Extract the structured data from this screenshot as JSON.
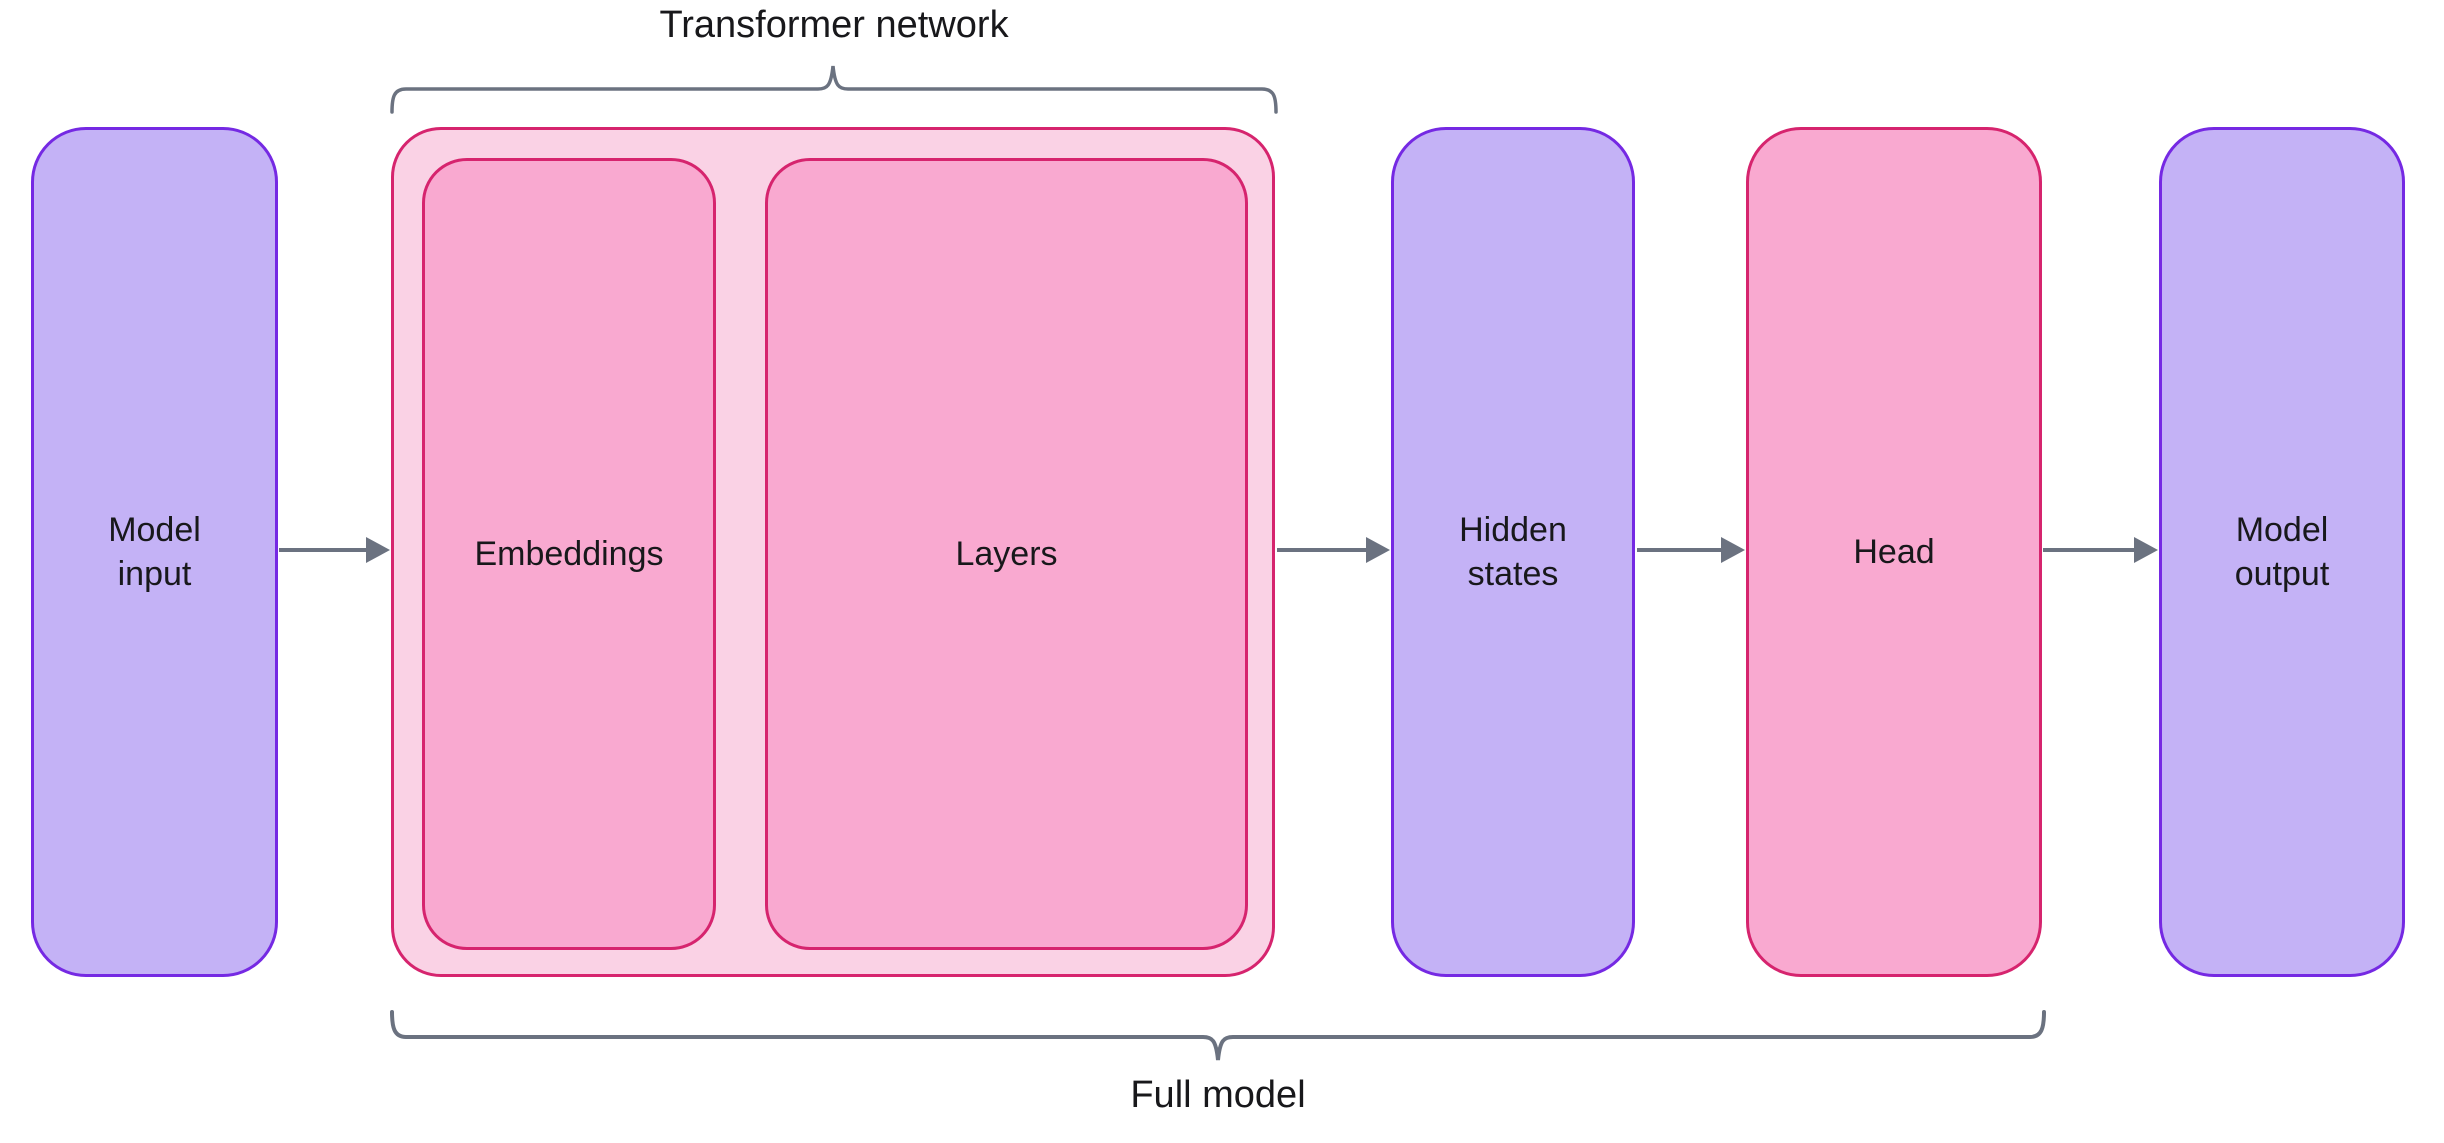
{
  "labels": {
    "transformer_network": "Transformer network",
    "full_model": "Full model"
  },
  "nodes": {
    "model_input": {
      "label": "Model\ninput"
    },
    "embeddings": {
      "label": "Embeddings"
    },
    "layers": {
      "label": "Layers"
    },
    "hidden_states": {
      "label": "Hidden\nstates"
    },
    "head": {
      "label": "Head"
    },
    "model_output": {
      "label": "Model\noutput"
    }
  },
  "connectors": [
    "model-input -> transformer-network",
    "transformer-network -> hidden-states",
    "hidden-states -> head",
    "head -> model-output"
  ],
  "braces": [
    {
      "label": "Transformer network",
      "position": "top",
      "spans": "transformer-network-container"
    },
    {
      "label": "Full model",
      "position": "bottom",
      "spans": "transformer-network-container through head"
    }
  ],
  "theme": {
    "canvas_bg": "#ffffff",
    "text_color": "#18181b",
    "purple_fill": "#c4b2f6",
    "purple_border": "#7529e3",
    "pink_fill": "#f9a9d0",
    "pink_light_fill": "#fad2e5",
    "pink_border": "#d6246e",
    "connector_gray": "#6b7280"
  }
}
